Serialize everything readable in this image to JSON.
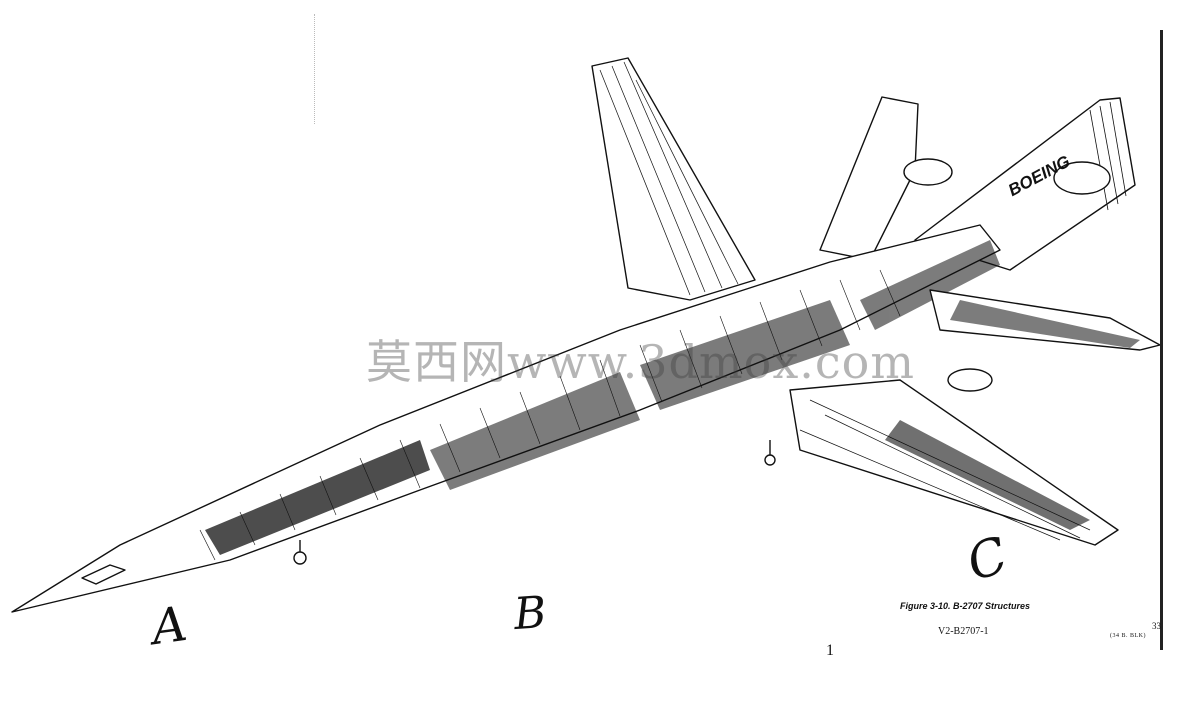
{
  "figure": {
    "caption": "Figure 3-10.  B-2707 Structures",
    "doc_code": "V2-B2707-1",
    "page_number": "33",
    "page_sub": "(34 B. BLK)",
    "tail_logo_text": "BOEING",
    "watermark": "莫西网www.3dmox.com",
    "section_labels": [
      "A",
      "B",
      "C"
    ],
    "stray_mark": "1"
  },
  "colors": {
    "ink": "#111111",
    "paper": "#ffffff"
  }
}
